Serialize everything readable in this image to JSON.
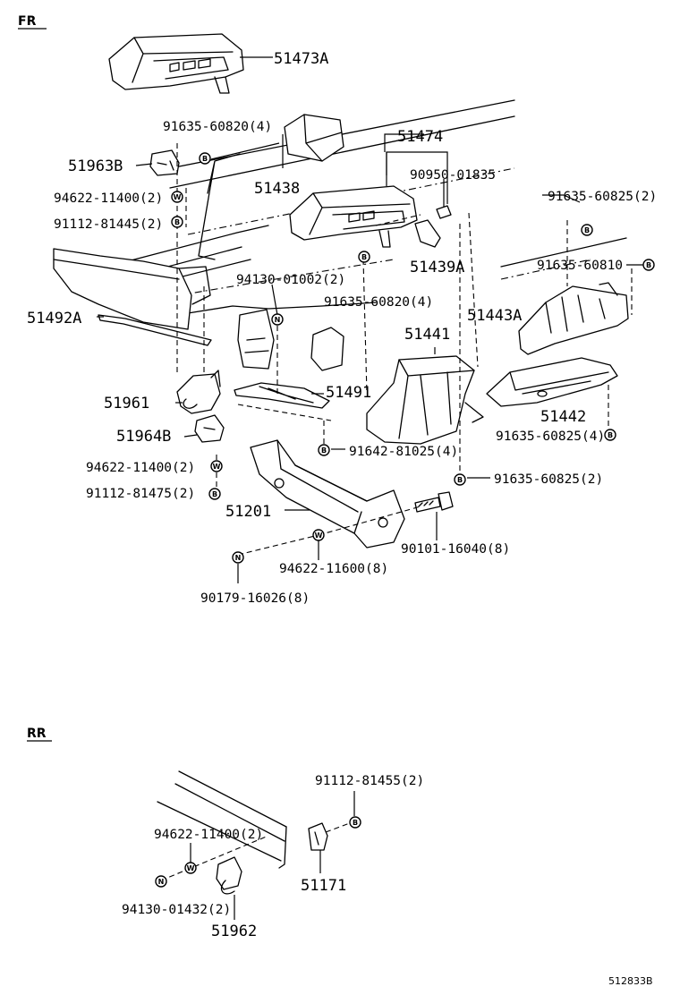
{
  "sections": {
    "front": "FR",
    "rear": "RR"
  },
  "diagram_id": "512833B",
  "labels": {
    "p51473A": "51473A",
    "p91635_60820_4a": "91635-60820(4)",
    "p51474": "51474",
    "p51963B": "51963B",
    "p51438": "51438",
    "p90950_01835": "90950-01835",
    "p94622_11400_2a": "94622-11400(2)",
    "p91112_81445_2": "91112-81445(2)",
    "p91635_60825_2a": "91635-60825(2)",
    "p51439A": "51439A",
    "p91635_60810": "91635-60810",
    "p94130_01002_2": "94130-01002(2)",
    "p91635_60820_4b": "91635-60820(4)",
    "p51492A": "51492A",
    "p51443A": "51443A",
    "p51441": "51441",
    "p51961": "51961",
    "p51491": "51491",
    "p51442": "51442",
    "p51964B": "51964B",
    "p91635_60825_4": "91635-60825(4)",
    "p91642_81025_4": "91642-81025(4)",
    "p94622_11400_2b": "94622-11400(2)",
    "p91635_60825_2b": "91635-60825(2)",
    "p91112_81475_2": "91112-81475(2)",
    "p51201": "51201",
    "p90101_16040_8": "90101-16040(8)",
    "p94622_11600_8": "94622-11600(8)",
    "p90179_16026_8": "90179-16026(8)",
    "p91112_81455_2": "91112-81455(2)",
    "p94622_11400_2c": "94622-11400(2)",
    "p51171": "51171",
    "p94130_01432_2": "94130-01432(2)",
    "p51962": "51962"
  },
  "symbols": {
    "bolt": "B",
    "washer": "W",
    "nut": "N"
  }
}
